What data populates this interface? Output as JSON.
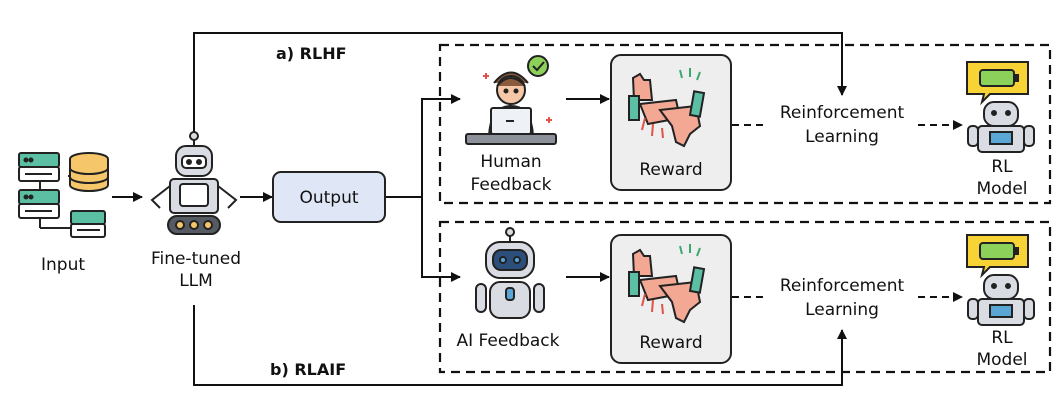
{
  "title_rlhf": "a) RLHF",
  "title_rlaif": "b) RLAIF",
  "input_label": "Input",
  "llm_label": [
    "Fine-tuned",
    "LLM"
  ],
  "output_label": "Output",
  "rlhf": {
    "feedback_label": [
      "Human",
      "Feedback"
    ],
    "reward_label": "Reward",
    "rl_label": [
      "Reinforcement",
      "Learning"
    ],
    "model_label": [
      "RL",
      "Model"
    ]
  },
  "rlaif": {
    "feedback_label": "AI Feedback",
    "reward_label": "Reward",
    "rl_label": [
      "Reinforcement",
      "Learning"
    ],
    "model_label": [
      "RL",
      "Model"
    ]
  },
  "colors": {
    "output_box": "#dfe7f6",
    "reward_box": "#eeeeee",
    "database": "#f6c76a",
    "server": "#5bbfa4",
    "robot_body": "#d9dde3",
    "ai_face": "#2b4f7a",
    "battery": "#8bd15a",
    "speech_bubble": "#f7d335",
    "check": "#8bd15a",
    "hand": "#f2a893",
    "cuff": "#5bbfa4",
    "red_ticks": "#e0524a",
    "green_ticks": "#3aa86d"
  }
}
